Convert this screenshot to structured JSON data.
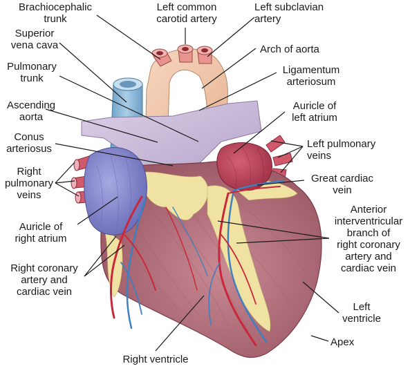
{
  "labels": {
    "brachiocephalic": [
      "Brachiocephalic",
      "trunk"
    ],
    "left_common_carotid": [
      "Left common",
      "carotid artery"
    ],
    "left_subclavian": [
      "Left subclavian",
      "artery"
    ],
    "superior_vena_cava": [
      "Superior",
      "vena cava"
    ],
    "arch_of_aorta": [
      "Arch of aorta"
    ],
    "pulmonary_trunk": [
      "Pulmonary",
      "trunk"
    ],
    "ligamentum_arteriosum": [
      "Ligamentum",
      "arteriosum"
    ],
    "ascending_aorta": [
      "Ascending",
      "aorta"
    ],
    "auricle_left_atrium": [
      "Auricle of",
      "left atrium"
    ],
    "conus_arteriosus": [
      "Conus",
      "arteriosus"
    ],
    "left_pulmonary_veins": [
      "Left pulmonary",
      "veins"
    ],
    "right_pulmonary_veins": [
      "Right",
      "pulmonary",
      "veins"
    ],
    "great_cardiac_vein": [
      "Great cardiac",
      "vein"
    ],
    "anterior_interventricular": [
      "Anterior",
      "interventricular",
      "branch of",
      "right coronary",
      "artery and",
      "cardiac vein"
    ],
    "auricle_right_atrium": [
      "Auricle of",
      "right atrium"
    ],
    "right_coronary": [
      "Right coronary",
      "artery and",
      "cardiac vein"
    ],
    "left_ventricle": [
      "Left",
      "ventricle"
    ],
    "apex": [
      "Apex"
    ],
    "right_ventricle": [
      "Right ventricle"
    ]
  },
  "colors": {
    "myocardium": "#b8707c",
    "aorta": "#f2c6a8",
    "pulmonary_trunk": "#c9b8d8",
    "vena_cava": "#8fb8d6",
    "right_atrium": "#8a8cd0",
    "left_auricle": "#c0445a",
    "fat": "#efe2a2",
    "artery": "#c8283a",
    "vein": "#3f7fc0",
    "leader_line": "#1a1a1a"
  }
}
